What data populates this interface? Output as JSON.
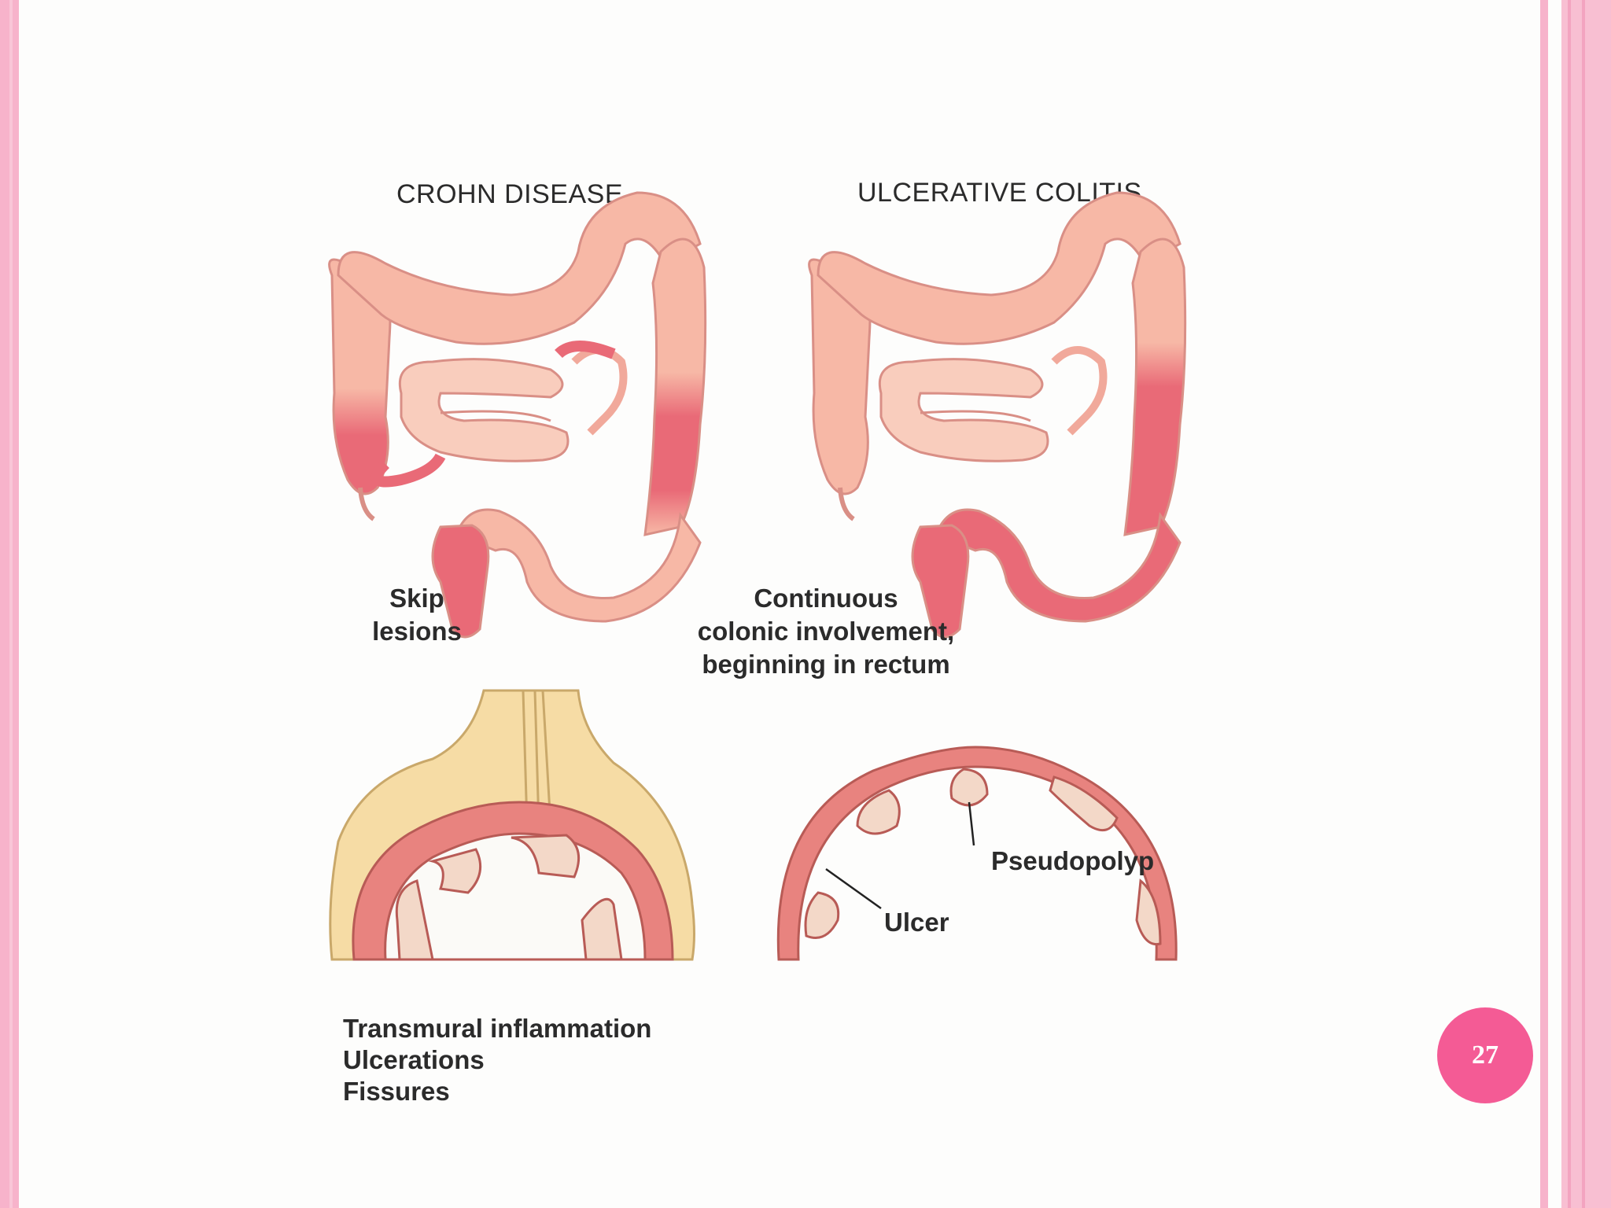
{
  "page_number": "27",
  "titles": {
    "crohn": "CROHN DISEASE",
    "uc": "ULCERATIVE COLITIS"
  },
  "labels": {
    "skip_lesions": "Skip\nlesions",
    "continuous": "Continuous\ncolonic involvement,\nbeginning in rectum",
    "crohn_features": "Transmural inflammation\nUlcerations\nFissures",
    "pseudopolyp": "Pseudopolyp",
    "ulcer": "Ulcer"
  },
  "colors": {
    "accent_pink": "#f45b95",
    "colon_light": "#f7b8a6",
    "colon_inflamed": "#e96a77",
    "fat": "#f6dca5",
    "muscle": "#e8837f"
  }
}
